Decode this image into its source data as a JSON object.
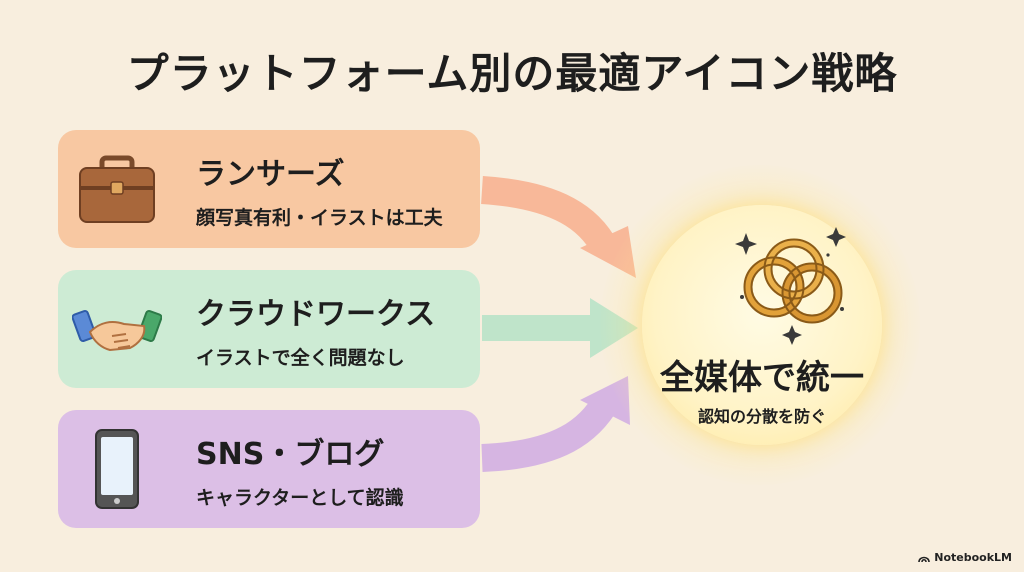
{
  "title": "プラットフォーム別の最適アイコン戦略",
  "cards": [
    {
      "heading": "ランサーズ",
      "subtext": "顔写真有利・イラストは工夫",
      "icon": "briefcase-icon",
      "color": "#f8c8a2"
    },
    {
      "heading": "クラウドワークス",
      "subtext": "イラストで全く問題なし",
      "icon": "handshake-icon",
      "color": "#cdebd4"
    },
    {
      "heading": "SNS・ブログ",
      "subtext": "キャラクターとして認識",
      "icon": "smartphone-icon",
      "color": "#dcbfe6"
    }
  ],
  "result": {
    "heading": "全媒体で統一",
    "subtext": "認知の分散を防ぐ",
    "icon": "linked-rings-icon"
  },
  "brand": "NotebookLM"
}
